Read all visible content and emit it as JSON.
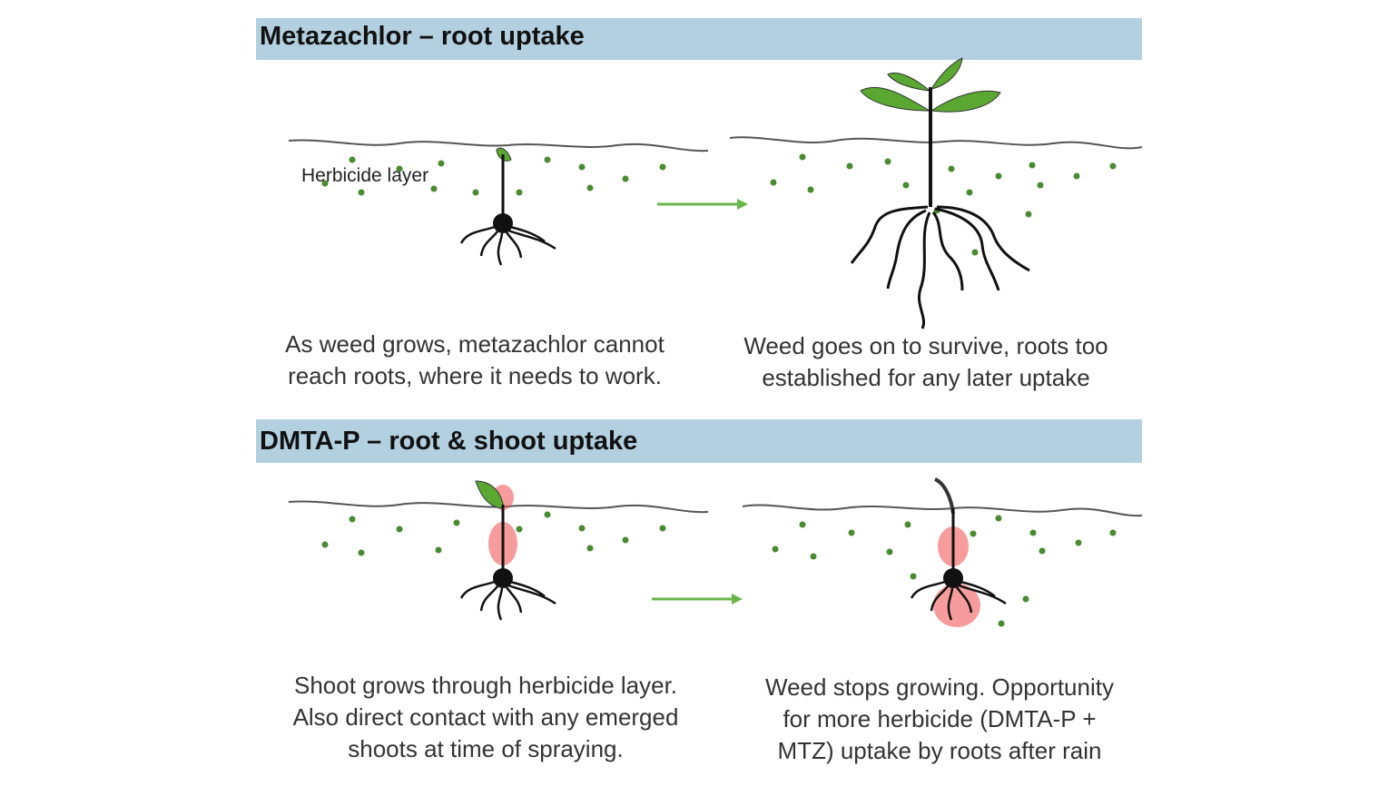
{
  "header_top": "Metazachlor – root uptake",
  "header_bottom": "DMTA-P – root & shoot uptake",
  "layer_label": "Herbicide layer",
  "captions": {
    "top_left": [
      "As weed grows, metazachlor cannot",
      "reach roots, where it needs to work."
    ],
    "top_right": [
      "Weed goes on to survive, roots too",
      "established for any later uptake"
    ],
    "bottom_left": [
      "Shoot grows through herbicide layer.",
      "Also direct contact with any emerged",
      "shoots at time of spraying."
    ],
    "bottom_right": [
      "Weed stops growing. Opportunity",
      "for more herbicide (DMTA-P +",
      "MTZ) uptake by roots after rain"
    ]
  },
  "colors": {
    "header_bg": "#b3d0e0",
    "leaf_green": "#5aa832",
    "granule_green": "#4a8a30",
    "arrow_green": "#6ab64a",
    "uptake_red": "#f04a4a"
  }
}
